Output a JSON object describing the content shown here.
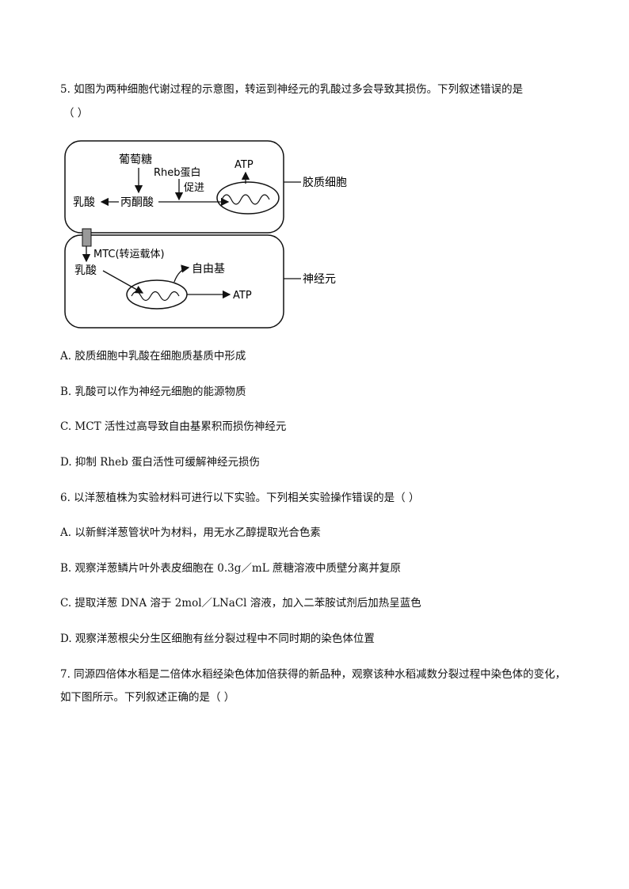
{
  "q5": {
    "stem": "5. 如图为两种细胞代谢过程的示意图，转运到神经元的乳酸过多会导致其损伤。下列叙述错误的是",
    "paren": "（    ）",
    "diagram": {
      "glucose": "葡萄糖",
      "rheb": "Rheb蛋白",
      "promote": "促进",
      "atp_top": "ATP",
      "lactate_top": "乳酸",
      "pyruvate": "丙酮酸",
      "glia_label": "胶质细胞",
      "mtc": "MTC(转运载体)",
      "lactate_bottom": "乳酸",
      "free_radical": "自由基",
      "atp_bottom": "ATP",
      "neuron_label": "神经元"
    },
    "options": [
      "A.  胶质细胞中乳酸在细胞质基质中形成",
      "B.  乳酸可以作为神经元细胞的能源物质",
      "C. MCT 活性过高导致自由基累积而损伤神经元",
      "D.  抑制 Rheb 蛋白活性可缓解神经元损伤"
    ]
  },
  "q6": {
    "stem": "6. 以洋葱植株为实验材料可进行以下实验。下列相关实验操作错误的是（    ）",
    "options": [
      "A.  以新鲜洋葱管状叶为材料，用无水乙醇提取光合色素",
      "B.  观察洋葱鳞片叶外表皮细胞在 0.3g／mL 蔗糖溶液中质壁分离并复原",
      "C.  提取洋葱 DNA 溶于 2mol／LNaCl 溶液，加入二苯胺试剂后加热呈蓝色",
      "D.  观察洋葱根尖分生区细胞有丝分裂过程中不同时期的染色体位置"
    ]
  },
  "q7": {
    "stem": "7. 同源四倍体水稻是二倍体水稻经染色体加倍获得的新品种，观察该种水稻减数分裂过程中染色体的变化，",
    "stem2": "如下图所示。下列叙述正确的是（    ）"
  }
}
